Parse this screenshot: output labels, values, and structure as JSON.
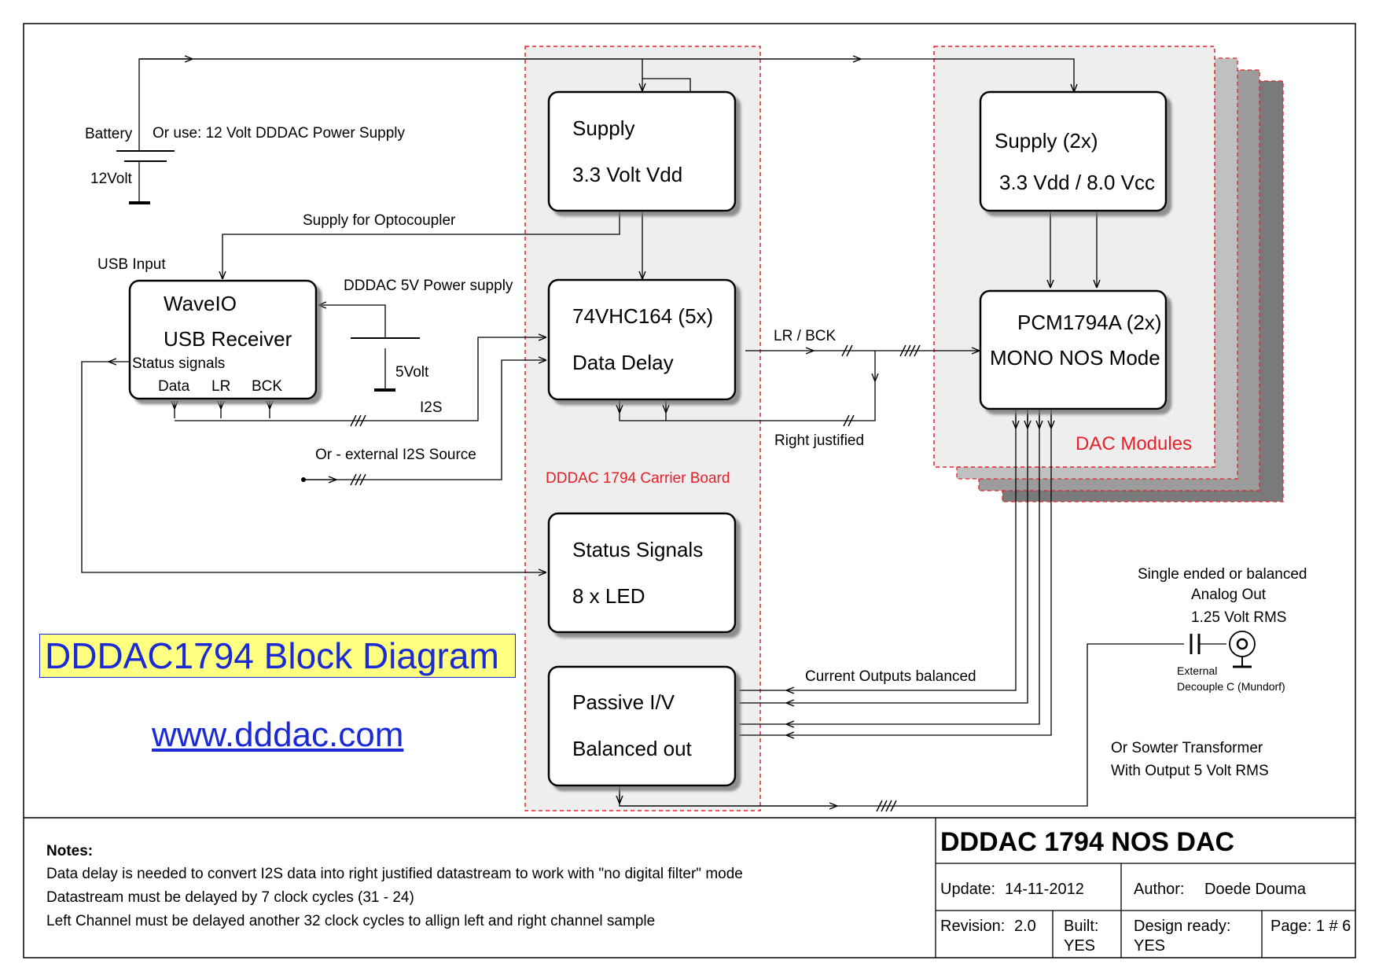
{
  "power": {
    "battery_label": "Battery",
    "alt_supply_label": "Or use: 12 Volt DDDAC Power Supply",
    "battery_voltage": "12Volt",
    "opto_supply_label": "Supply for Optocoupler",
    "usb_input_label": "USB Input",
    "psu5v_label": "DDDAC 5V Power supply",
    "psu5v_voltage": "5Volt"
  },
  "waveio": {
    "line1": "WaveIO",
    "line2": "USB Receiver",
    "status_label": "Status signals",
    "pin_data": "Data",
    "pin_lr": "LR",
    "pin_bck": "BCK"
  },
  "signals": {
    "i2s": "I2S",
    "external_source": "Or - external I2S Source",
    "lr_bck": "LR / BCK",
    "right_justified": "Right justified",
    "current_outputs": "Current Outputs balanced"
  },
  "carrier": {
    "label": "DDDAC 1794 Carrier Board",
    "supply": {
      "line1": "Supply",
      "line2": "3.3 Volt Vdd"
    },
    "delay": {
      "line1": "74VHC164 (5x)",
      "line2": "Data Delay"
    },
    "status": {
      "line1": "Status Signals",
      "line2": "8 x LED"
    },
    "passive": {
      "line1": "Passive I/V",
      "line2": "Balanced out"
    }
  },
  "dac_modules": {
    "label": "DAC Modules",
    "supply": {
      "line1": "Supply (2x)",
      "line2": "3.3 Vdd / 8.0 Vcc"
    },
    "pcm": {
      "line1": "PCM1794A (2x)",
      "line2": "MONO NOS Mode"
    }
  },
  "analog_out": {
    "line1": "Single ended or balanced",
    "line2": "Analog Out",
    "line3": "1.25 Volt RMS",
    "cap_line1": "External",
    "cap_line2": "Decouple C (Mundorf)",
    "sowter_line1": "Or Sowter Transformer",
    "sowter_line2": "With Output 5 Volt RMS"
  },
  "title": "DDDAC1794 Block Diagram",
  "website": "www.dddac.com",
  "notes": {
    "heading": "Notes:",
    "lines": [
      "Data delay is needed to convert I2S data into right justified datastream to work with \"no digital filter\" mode",
      "Datastream must be delayed by 7 clock cycles (31 - 24)",
      "Left Channel must be delayed another 32 clock cycles to allign left and right channel sample"
    ]
  },
  "title_block": {
    "project": "DDDAC 1794 NOS DAC",
    "update_label": "Update:",
    "update_value": "14-11-2012",
    "author_label": "Author:",
    "author_value": "Doede Douma",
    "revision_label": "Revision:",
    "revision_value": "2.0",
    "built_label": "Built:",
    "built_value": "YES",
    "design_ready_label": "Design ready:",
    "design_ready_value": "YES",
    "page_label": "Page: 1 # 6"
  },
  "colors": {
    "red": "#e8202a",
    "blue": "#1a2bd6",
    "highlight": "#ffff80",
    "panel": "#eeeeee"
  }
}
